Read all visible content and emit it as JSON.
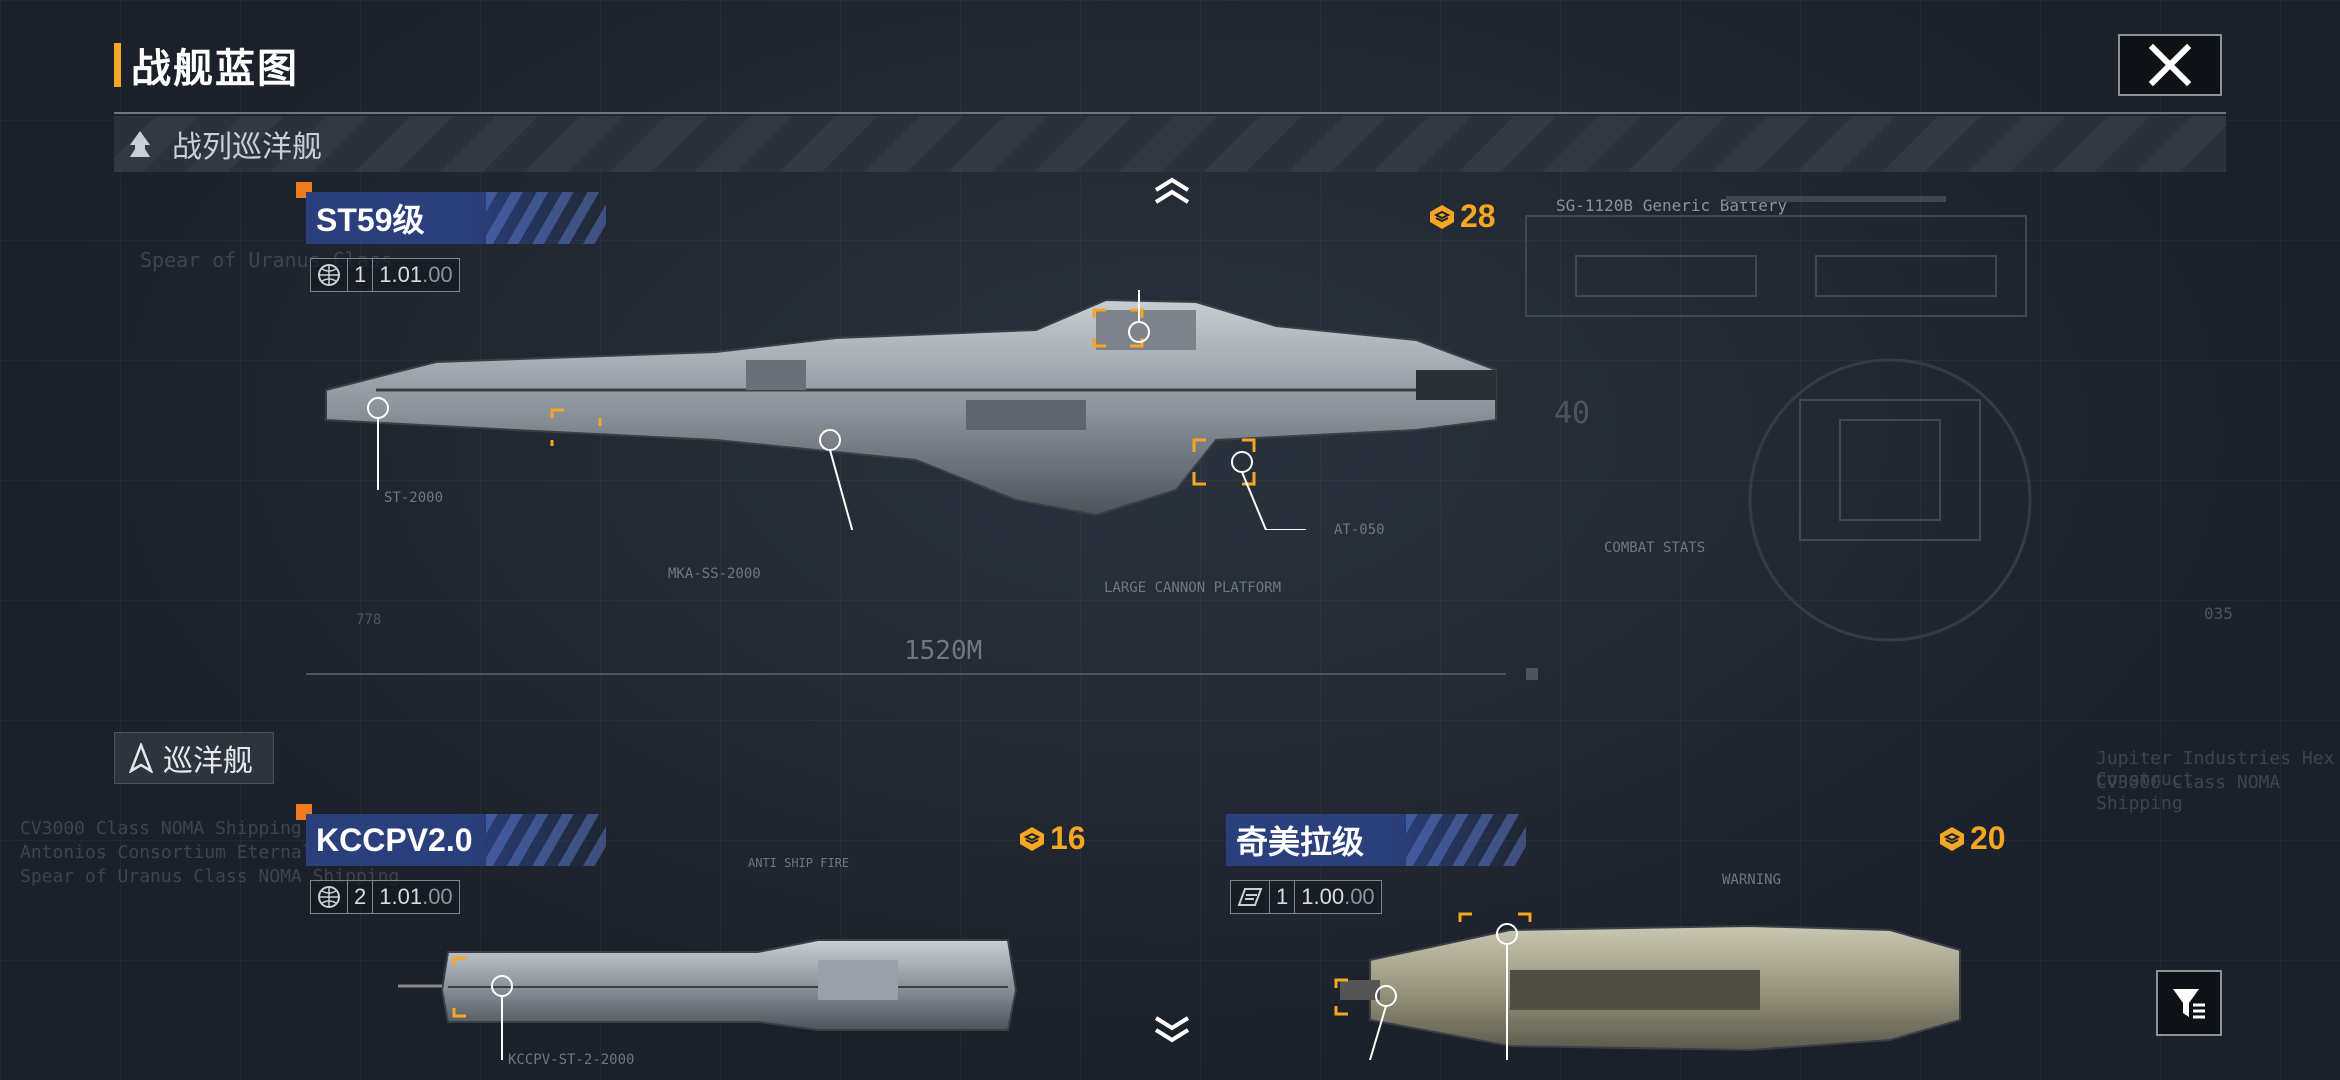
{
  "header": {
    "title": "战舰蓝图"
  },
  "categories": [
    {
      "label": "战列巡洋舰"
    },
    {
      "label": "巡洋舰"
    }
  ],
  "ships": [
    {
      "name": "ST59级",
      "tier": "1",
      "version_major": "1.01",
      "version_minor": ".00",
      "cost": "28"
    },
    {
      "name": "KCCPV2.0",
      "tier": "2",
      "version_major": "1.01",
      "version_minor": ".00",
      "cost": "16"
    },
    {
      "name": "奇美拉级",
      "tier": "1",
      "version_major": "1.00",
      "version_minor": ".00",
      "cost": "20"
    }
  ],
  "hud": {
    "length": "1520M",
    "combat_stats": "COMBAT STATS",
    "battery": "SG-1120B Generic Battery",
    "platform": "LARGE CANNON PLATFORM",
    "warning": "WARNING",
    "anti_ship": "ANTI SHIP FIRE",
    "ref_40": "40",
    "ref_778": "778",
    "ref_035": "035",
    "bg_text_1": "Spear of Uranus Class",
    "bg_text_2": "CV3000 Class NOMA Shipping Group",
    "bg_text_3": "Antonios Consortium Eternal Storm",
    "bg_text_4": "Spear of Uranus Class NOMA Shipping",
    "bg_text_5": "Jupiter Industries  Hex Construct",
    "bg_text_6": "CV3000 Class NOMA Shipping",
    "weapon_1": "ST-2000",
    "weapon_2": "MKA-SS-2000",
    "weapon_3": "AT-050",
    "weapon_4": "KCCPV-ST-2-2000"
  },
  "colors": {
    "accent": "#f5a623",
    "label_blue": "#2b3f7c",
    "corner": "#f07a1e"
  }
}
